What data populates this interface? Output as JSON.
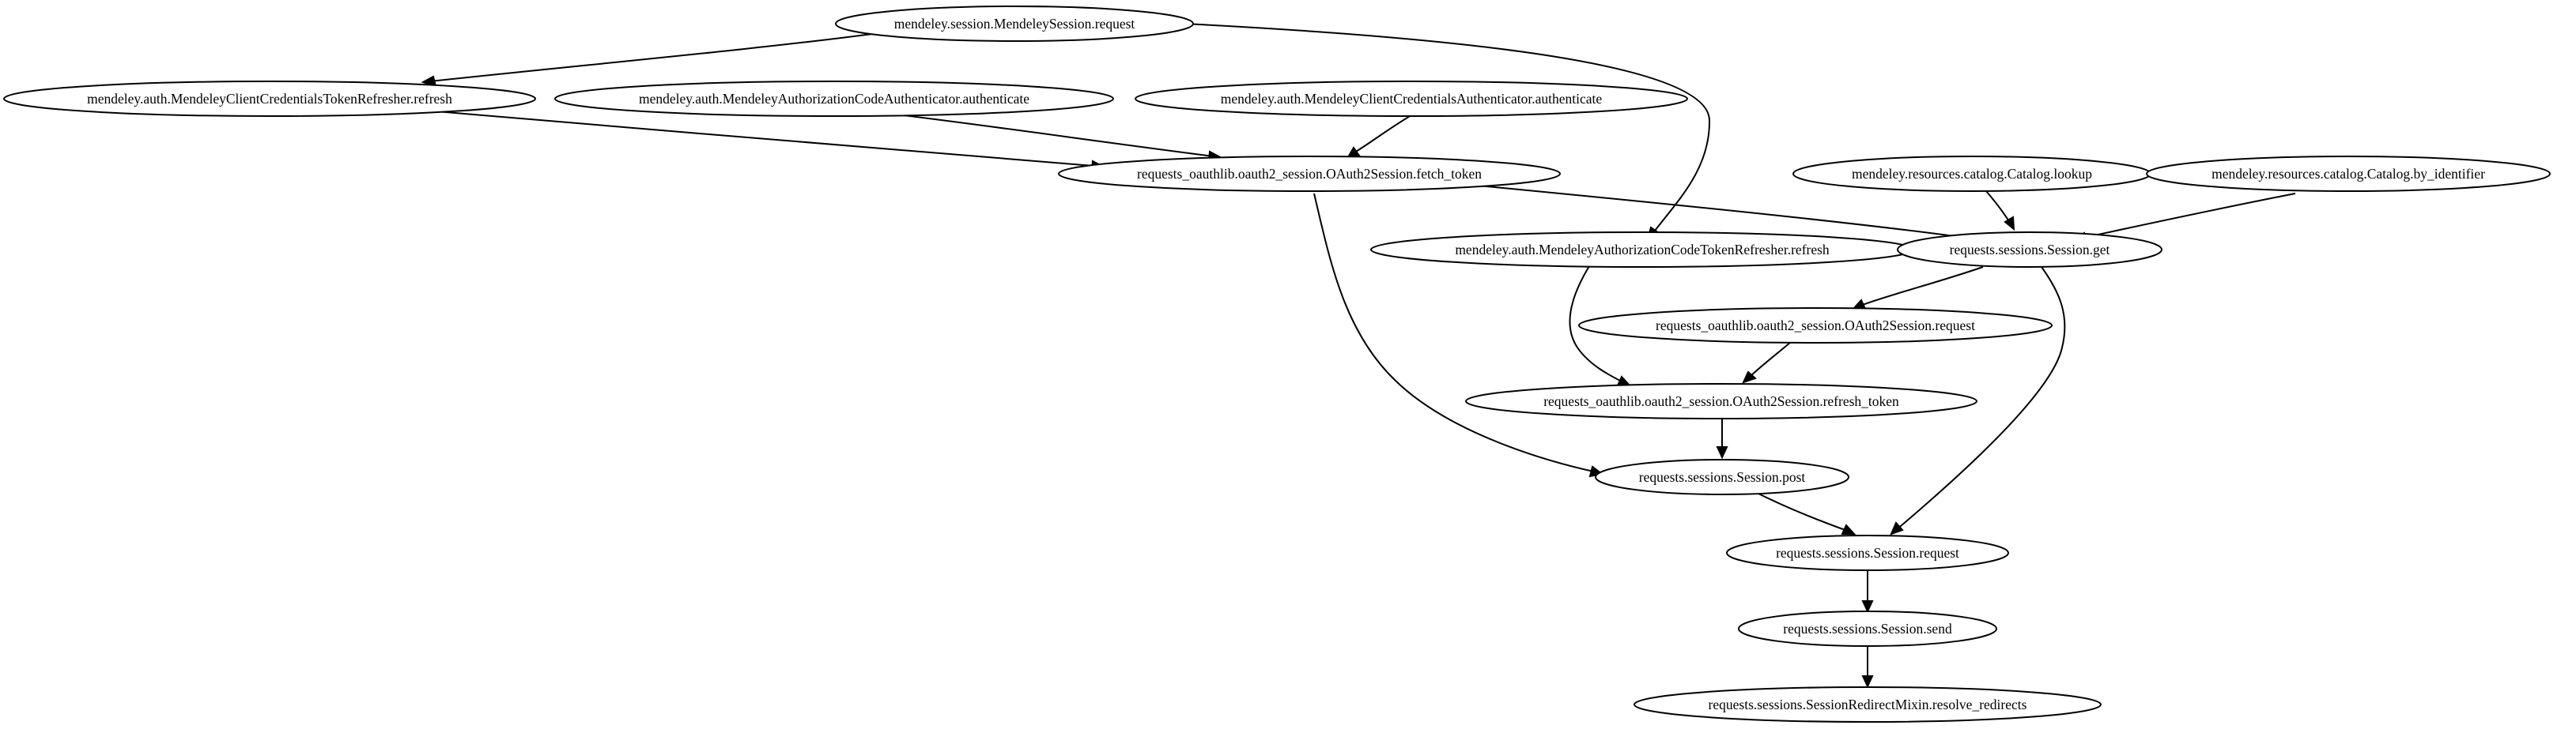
{
  "nodes": {
    "mendeley_session_request": "mendeley.session.MendeleySession.request",
    "client_credentials_refresher_refresh": "mendeley.auth.MendeleyClientCredentialsTokenRefresher.refresh",
    "authorization_code_authenticator_authenticate": "mendeley.auth.MendeleyAuthorizationCodeAuthenticator.authenticate",
    "client_credentials_authenticator_authenticate": "mendeley.auth.MendeleyClientCredentialsAuthenticator.authenticate",
    "oauth2_fetch_token": "requests_oauthlib.oauth2_session.OAuth2Session.fetch_token",
    "catalog_lookup": "mendeley.resources.catalog.Catalog.lookup",
    "catalog_by_identifier": "mendeley.resources.catalog.Catalog.by_identifier",
    "authorization_code_refresher_refresh": "mendeley.auth.MendeleyAuthorizationCodeTokenRefresher.refresh",
    "session_get": "requests.sessions.Session.get",
    "oauth2_request": "requests_oauthlib.oauth2_session.OAuth2Session.request",
    "oauth2_refresh_token": "requests_oauthlib.oauth2_session.OAuth2Session.refresh_token",
    "session_post": "requests.sessions.Session.post",
    "session_request": "requests.sessions.Session.request",
    "session_send": "requests.sessions.Session.send",
    "resolve_redirects": "requests.sessions.SessionRedirectMixin.resolve_redirects"
  },
  "edges": [
    {
      "from": "mendeley_session_request",
      "to": "client_credentials_refresher_refresh"
    },
    {
      "from": "mendeley_session_request",
      "to": "authorization_code_refresher_refresh"
    },
    {
      "from": "client_credentials_refresher_refresh",
      "to": "oauth2_fetch_token"
    },
    {
      "from": "authorization_code_authenticator_authenticate",
      "to": "oauth2_fetch_token"
    },
    {
      "from": "client_credentials_authenticator_authenticate",
      "to": "oauth2_fetch_token"
    },
    {
      "from": "oauth2_fetch_token",
      "to": "session_get"
    },
    {
      "from": "oauth2_fetch_token",
      "to": "session_post"
    },
    {
      "from": "catalog_lookup",
      "to": "session_get"
    },
    {
      "from": "catalog_by_identifier",
      "to": "session_get"
    },
    {
      "from": "authorization_code_refresher_refresh",
      "to": "oauth2_refresh_token"
    },
    {
      "from": "session_get",
      "to": "oauth2_request"
    },
    {
      "from": "session_get",
      "to": "session_request"
    },
    {
      "from": "oauth2_request",
      "to": "oauth2_refresh_token"
    },
    {
      "from": "oauth2_refresh_token",
      "to": "session_post"
    },
    {
      "from": "session_post",
      "to": "session_request"
    },
    {
      "from": "session_request",
      "to": "session_send"
    },
    {
      "from": "session_send",
      "to": "resolve_redirects"
    }
  ]
}
